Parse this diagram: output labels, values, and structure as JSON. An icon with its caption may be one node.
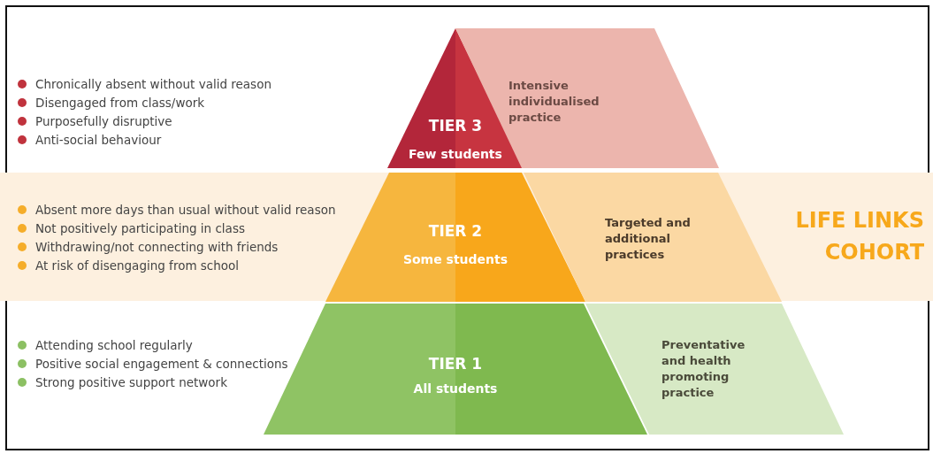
{
  "diagram": {
    "nodes": [
      {
        "text": [
          "TIER 3",
          "Few students"
        ]
      },
      {
        "text": [
          "Intensive individualised practice"
        ]
      },
      {
        "text": [
          "LIFE LINKS COHORT"
        ]
      },
      {
        "text": [
          "TIER 2",
          "Some students"
        ],
        "in": 2
      },
      {
        "text": [
          "Targeted and additional practices"
        ],
        "in": 2
      },
      {
        "text": [
          "TIER 1",
          "All students"
        ]
      },
      {
        "text": [
          "Preventative and health promoting practice"
        ]
      }
    ],
    "labels": [
      "Chronically absent without valid reason",
      "Disengaged from class/work",
      "Purposefully disruptive",
      "Anti-social behaviour",
      "Absent more days than usual without valid reason",
      "Not positively participating in class",
      "Withdrawing/not connecting with friends",
      "At risk of disengaging from school",
      "Attending school regularly",
      "Positive social engagement & connections",
      "Strong positive support network"
    ]
  }
}
